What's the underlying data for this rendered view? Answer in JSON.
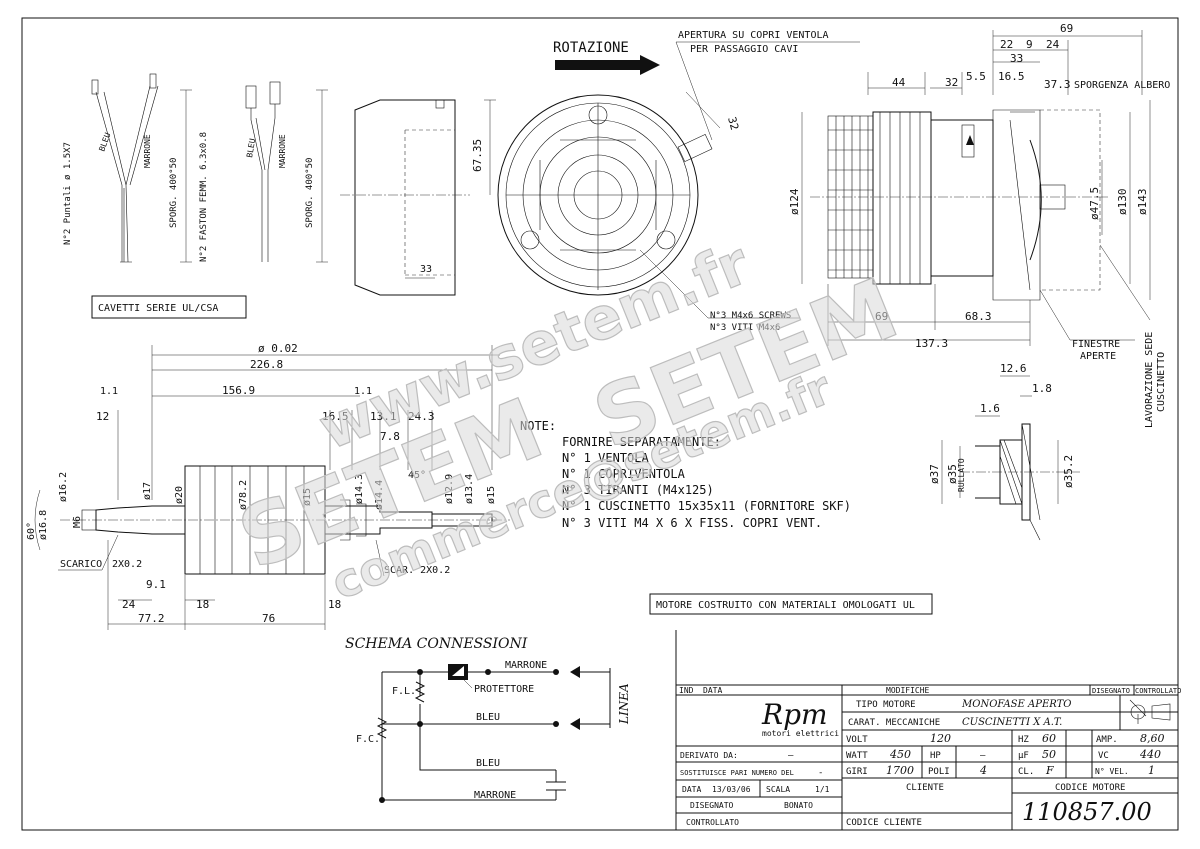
{
  "top": {
    "rotation": "ROTAZIONE",
    "opening_line1": "APERTURA SU COPRI VENTOLA",
    "opening_line2": "PER PASSAGGIO CAVI"
  },
  "wires": {
    "terminals_label": "N°2 Puntali ø 1.5X7",
    "faston_label": "N°2 FASTON FEMM. 6.3x0.8",
    "length_label": "SPORG. 400°50",
    "length_label2": "SPORG. 400°50",
    "bleu": "BLEU",
    "marrone": "MARRONE",
    "series_box": "CAVETTI SERIE UL/CSA"
  },
  "endview": {
    "d67": "67.35",
    "d33": "33",
    "d32": "32",
    "screws1": "N°3 M4x6 SCREWS",
    "screws2": "N°3 VITI M4x6"
  },
  "sideview": {
    "d69": "69",
    "d22": "22",
    "d9": "9",
    "d24": "24",
    "d33": "33",
    "d44": "44",
    "d32": "32",
    "d55": "5.5",
    "d165": "16.5",
    "d373": "37.3",
    "sporgenza": "SPORGENZA ALBERO",
    "dia124": "ø124",
    "dia475": "ø47.5",
    "dia130": "ø130",
    "dia143": "ø143",
    "d69b": "69",
    "d683": "68.3",
    "d1373": "137.3",
    "finestre1": "FINESTRE",
    "finestre2": "APERTE",
    "lav1": "LAVORAZIONE SEDE",
    "lav2": "CUSCINETTO"
  },
  "bearing": {
    "d126": "12.6",
    "d18": "1.8",
    "d16": "1.6",
    "dia37": "ø37",
    "dia35": "ø35",
    "rullato": "RULLATO",
    "dia352": "ø35.2"
  },
  "shaft": {
    "runout": "ø 0.02",
    "d2268": "226.8",
    "d1569": "156.9",
    "d11a": "1.1",
    "d11b": "1.1",
    "d12": "12",
    "d165": "16.5",
    "d131": "13.1",
    "d243": "24.3",
    "d78": "7.8",
    "d45": "45°",
    "dia17": "ø17",
    "dia20": "ø20",
    "dia782": "ø78.2",
    "dia15": "ø15",
    "dia143": "ø14.3",
    "dia144": "ø14.4",
    "dia129": "ø12.9",
    "dia134": "ø13.4",
    "dia15b": "ø15",
    "dia162": "ø16.2",
    "dia168": "ø16.8",
    "a60": "60°",
    "m6": "M6",
    "scarico": "SCARICO",
    "scarico_dim": "2X0.2",
    "scar2": "SCAR. 2X0.2",
    "d91": "9.1",
    "d24": "24",
    "d18": "18",
    "d18b": "18",
    "d772": "77.2",
    "d76": "76"
  },
  "notes": {
    "title": "NOTE:",
    "lines": [
      "FORNIRE SEPARATAMENTE:",
      "N° 1 VENTOLA",
      "N° 1 COPRIVENTOLA",
      "N° 3 TIRANTI (M4x125)",
      "N° 1 CUSCINETTO 15x35x11 (FORNITORE SKF)",
      "N° 3 VITI M4 X 6  X FISS. COPRI VENT."
    ],
    "ul_box": "MOTORE COSTRUITO CON MATERIALI OMOLOGATI UL"
  },
  "schema": {
    "title": "SCHEMA CONNESSIONI",
    "marrone": "MARRONE",
    "protettore": "PROTETTORE",
    "fl": "F.L.",
    "fc": "F.C.",
    "bleu": "BLEU",
    "linea": "LINEA",
    "bleu2": "BLEU",
    "marrone2": "MARRONE"
  },
  "title_block": {
    "ind": "IND",
    "data": "DATA",
    "modifiche": "MODIFICHE",
    "disegnato": "DISEGNATO",
    "controllato": "CONTROLLATO",
    "logo": "Rpm",
    "logo_sub": "motori elettrici",
    "tipo_motore": "TIPO MOTORE",
    "tipo_value": "MONOFASE  APERTO",
    "carat": "CARAT. MECCANICHE",
    "carat_value": "CUSCINETTI X A.T.",
    "volt": "VOLT",
    "volt_v": "120",
    "hz": "HZ",
    "hz_v": "60",
    "amp": "AMP.",
    "amp_v": "8,60",
    "watt": "WATT",
    "watt_v": "450",
    "hp": "HP",
    "hp_v": "—",
    "uf": "µF",
    "uf_v": "50",
    "vc": "VC",
    "vc_v": "440",
    "giri": "GIRI",
    "giri_v": "1700",
    "poli": "POLI",
    "poli_v": "4",
    "cl": "CL.",
    "cl_v": "F",
    "nvel": "N° VEL.",
    "nvel_v": "1",
    "derivato": "DERIVATO DA:",
    "derivato_v": "—",
    "sostituisce": "SOSTITUISCE PARI NUMERO DEL",
    "sostituisce_v": "-",
    "data_lbl": "DATA",
    "data_v": "13/03/06",
    "scala": "SCALA",
    "scala_v": "1/1",
    "disegnato_lbl": "DISEGNATO",
    "disegnato_v": "BONATO",
    "controllato_lbl": "CONTROLLATO",
    "cliente": "CLIENTE",
    "codice_cliente": "CODICE CLIENTE",
    "codice_motore": "CODICE MOTORE",
    "codice_value": "110857.00"
  },
  "watermark": {
    "w1": "www.setem.fr",
    "w2": "SETEM",
    "w3": "SETEM",
    "w4": "commerce@setem.fr"
  }
}
